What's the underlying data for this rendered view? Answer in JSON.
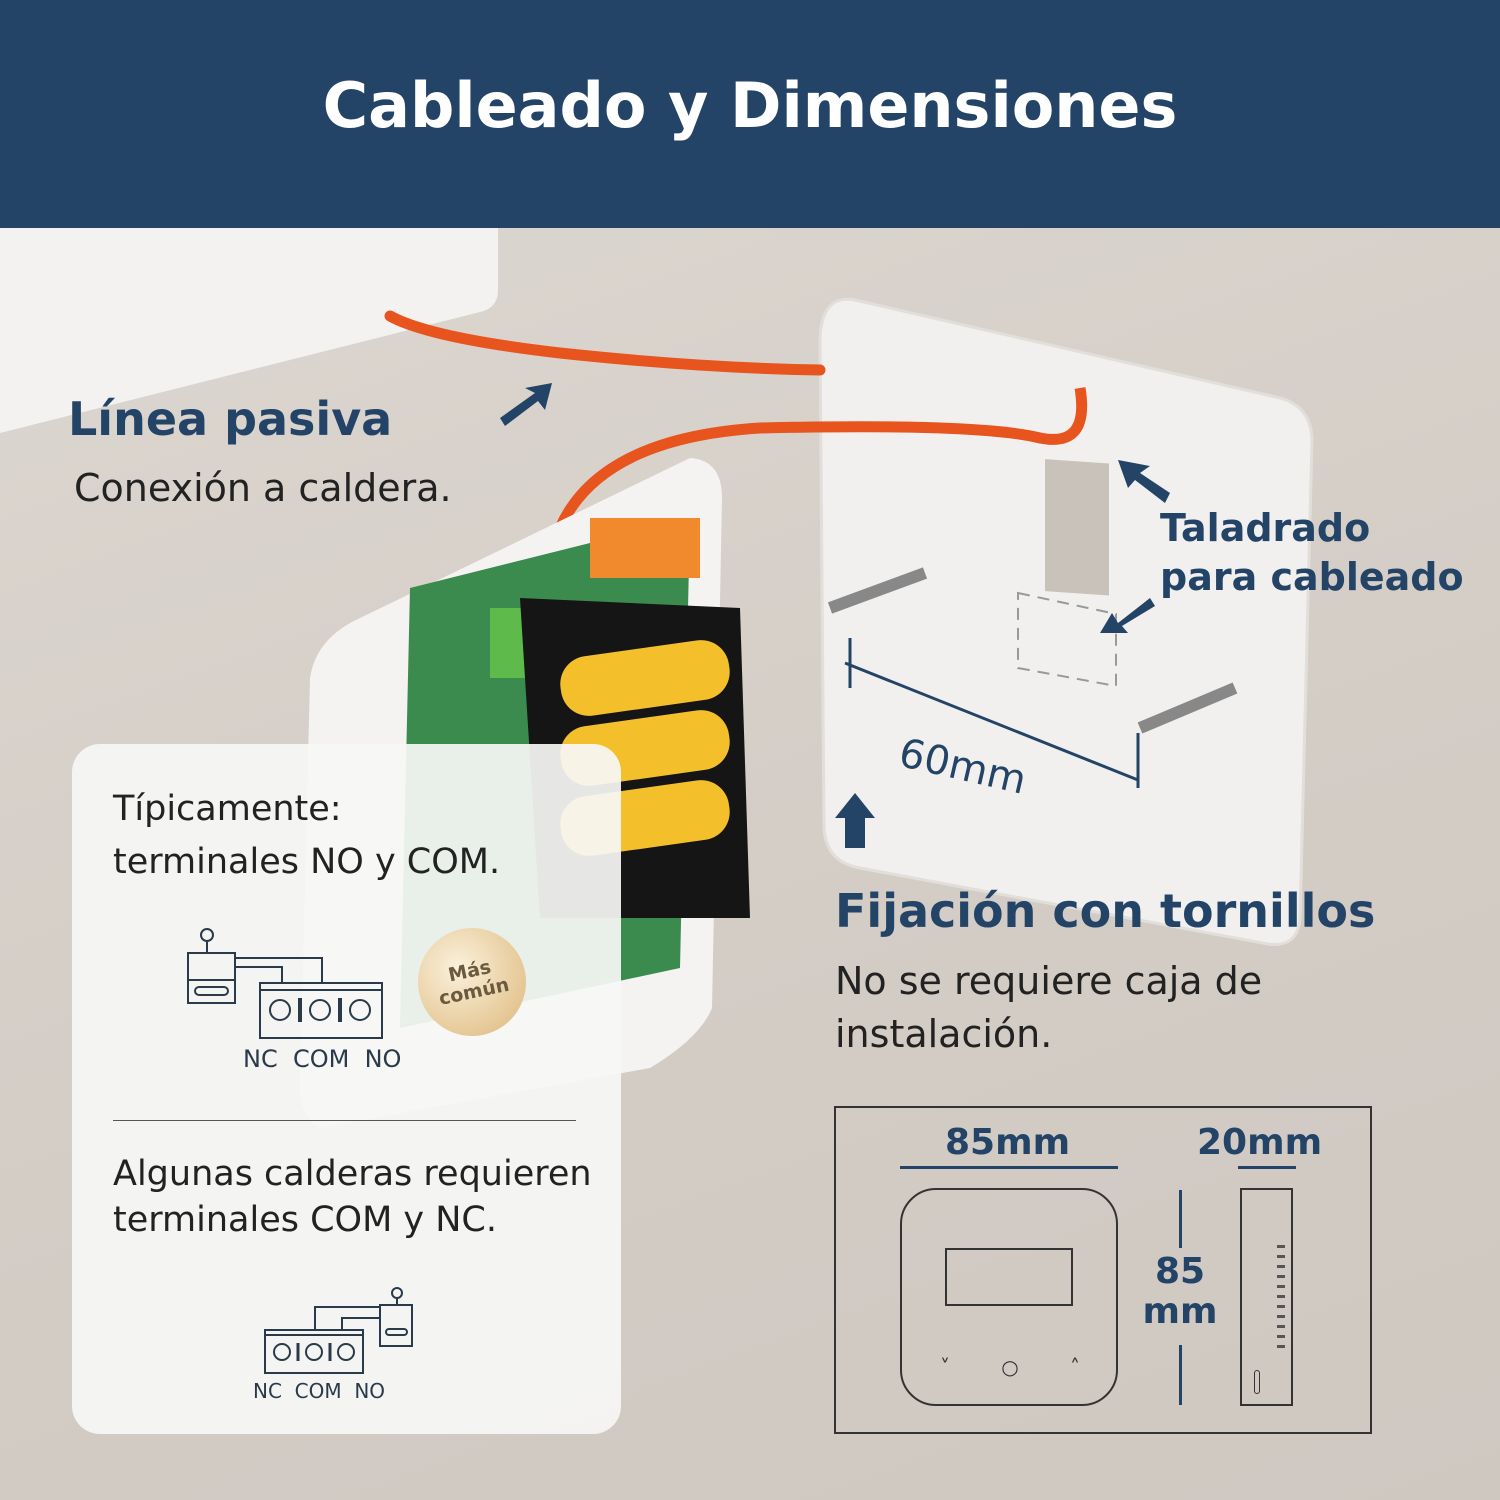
{
  "header": {
    "title": "Cableado y Dimensiones"
  },
  "passive_line": {
    "title": "Línea pasiva",
    "desc": "Conexión a caldera."
  },
  "drilling": {
    "line1": "Taladrado",
    "line2": "para cableado"
  },
  "screw_gap": "60mm",
  "fixing": {
    "title": "Fijación con tornillos",
    "line1": "No se requiere caja de",
    "line2": "instalación."
  },
  "card": {
    "typical_line1": "Típicamente:",
    "typical_line2": "terminales NO y COM.",
    "terminals_label": "NC  COM  NO",
    "badge": {
      "line1": "Más",
      "line2": "común"
    },
    "alt_line1": "Algunas calderas requieren",
    "alt_line2": "terminales COM y NC.",
    "terminals_label2": "NC  COM  NO"
  },
  "dimensions": {
    "width": "85mm",
    "depth": "20mm",
    "height_num": "85",
    "height_unit": "mm"
  },
  "device_buttons": {
    "down": "˅",
    "center": "○",
    "up": "˄"
  },
  "colors": {
    "header": "#244467",
    "cable": "#e8541e",
    "wall": "#d6d0ca"
  }
}
